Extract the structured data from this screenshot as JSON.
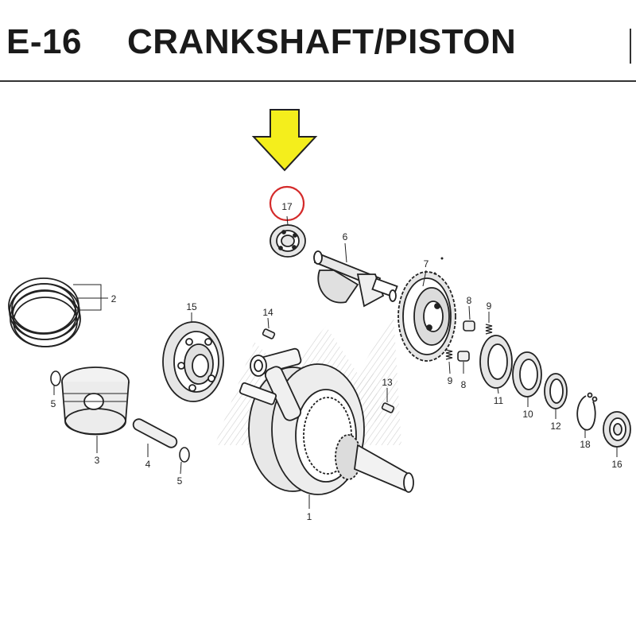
{
  "header": {
    "section_code": "E-16",
    "title": "CRANKSHAFT/PISTON"
  },
  "highlight": {
    "arrow_color": "#f4ee1c",
    "circle_color": "#d42a2a",
    "part_number": "17"
  },
  "callouts": {
    "c1": "1",
    "c2": "2",
    "c3": "3",
    "c4": "4",
    "c5a": "5",
    "c5b": "5",
    "c6": "6",
    "c7": "7",
    "c8a": "8",
    "c8b": "8",
    "c9a": "9",
    "c9b": "9",
    "c10": "10",
    "c11": "11",
    "c12": "12",
    "c13": "13",
    "c14": "14",
    "c15": "15",
    "c16": "16",
    "c17": "17",
    "c18": "18"
  }
}
